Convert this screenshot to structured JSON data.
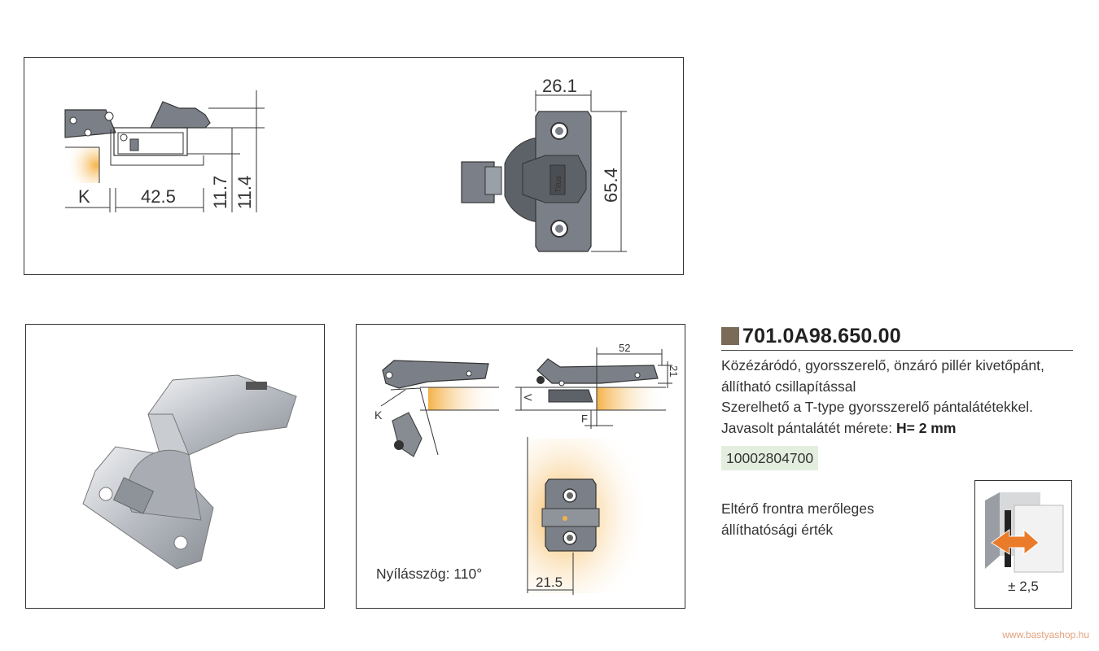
{
  "top_panel": {
    "dim_k": "K",
    "dim_42_5": "42.5",
    "dim_11_7": "11.7",
    "dim_11_4": "11.4",
    "dim_26_1": "26.1",
    "dim_65_4": "65.4",
    "plate_logo": "Titus"
  },
  "mid_panel": {
    "dim_52": "52",
    "dim_21": "21",
    "dim_v": "V",
    "dim_k": "K",
    "dim_f": "F",
    "dim_21_5": "21.5",
    "opening_angle_label": "Nyílásszög: 110°"
  },
  "product": {
    "code": "701.0A98.650.00",
    "description_line1": "Közézáródó, gyorsszerelő, önzáró pillér kivetőpánt,",
    "description_line2": "állítható csillapítással",
    "description_line3": "Szerelhető a T-type gyorsszerelő pántalátétekkel.",
    "description_line4_prefix": "Javasolt pántalátét mérete: ",
    "description_line4_bold": "H= 2 mm",
    "article_number": "10002804700",
    "adjust_text_line1": "Eltérő frontra merőleges",
    "adjust_text_line2": "állíthatósági érték",
    "adjust_value": "± 2,5"
  },
  "footer": {
    "site": "www.bastyashop.hu"
  },
  "colors": {
    "code_square": "#7a6a58",
    "article_bg": "#e4eedf",
    "footer_text": "#e3a27c",
    "glow": "#f4b24a"
  }
}
